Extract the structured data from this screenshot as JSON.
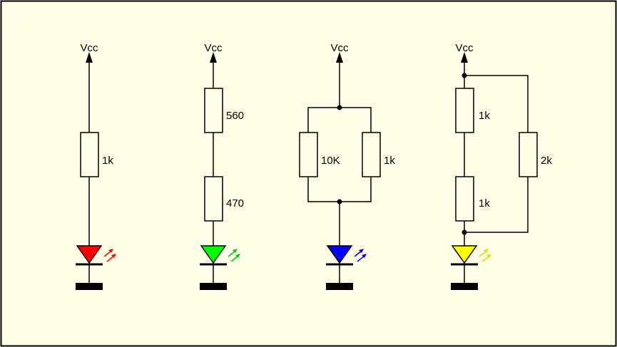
{
  "colors": {
    "background": "#ffffe8",
    "wire": "#000000",
    "led_red": "#ff0000",
    "led_green": "#00ff00",
    "led_blue": "#0000ff",
    "led_yellow": "#ffff00"
  },
  "circuits": [
    {
      "vcc_label": "Vcc",
      "resistors": [
        {
          "label": "1k"
        }
      ],
      "led_color": "red"
    },
    {
      "vcc_label": "Vcc",
      "resistors": [
        {
          "label": "560"
        },
        {
          "label": "470"
        }
      ],
      "led_color": "green"
    },
    {
      "vcc_label": "Vcc",
      "resistors": [
        {
          "label": "10K"
        },
        {
          "label": "1k"
        }
      ],
      "led_color": "blue"
    },
    {
      "vcc_label": "Vcc",
      "resistors": [
        {
          "label": "1k"
        },
        {
          "label": "1k"
        },
        {
          "label": "2k"
        }
      ],
      "led_color": "yellow"
    }
  ]
}
